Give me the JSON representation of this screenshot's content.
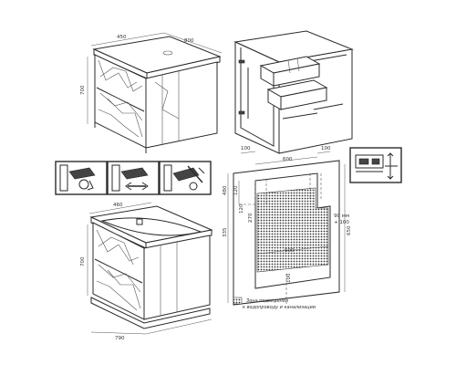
{
  "diagram": {
    "top_left": {
      "width_a": "450",
      "width_b": "800",
      "height": "700"
    },
    "bottom_left": {
      "width_a": "460",
      "width_b": "790",
      "height": "700"
    },
    "mounting": {
      "top_left": "100",
      "top_mid": "600",
      "top_right": "100",
      "left_a": "480",
      "left_b": "120",
      "left_c": "120",
      "left_d": "335",
      "inner_h": "270",
      "bottom_w": "600",
      "bottom_h": "100",
      "right_h": "650",
      "note_line1": "90 мм",
      "note_line2": "+ 100"
    },
    "legend": {
      "line1": "Зона подведения",
      "line2": "к водопроводу и канализации"
    }
  }
}
